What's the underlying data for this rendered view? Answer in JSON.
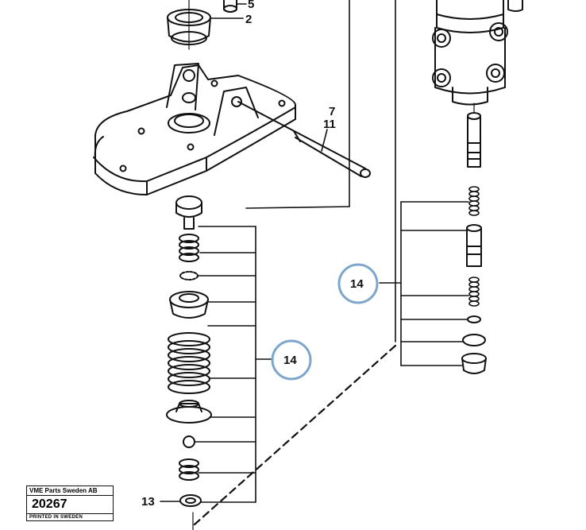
{
  "diagram": {
    "labels": {
      "part_5": "5",
      "part_2": "2",
      "part_7": "7",
      "part_11": "11",
      "part_13": "13",
      "part_14_left": "14",
      "part_14_right": "14"
    },
    "colors": {
      "line": "#111111",
      "callout_ring": "#7ea6cc"
    }
  },
  "title_block": {
    "company": "VME Parts Sweden AB",
    "drawing_number": "20267",
    "printed": "PRINTED IN SWEDEN"
  }
}
